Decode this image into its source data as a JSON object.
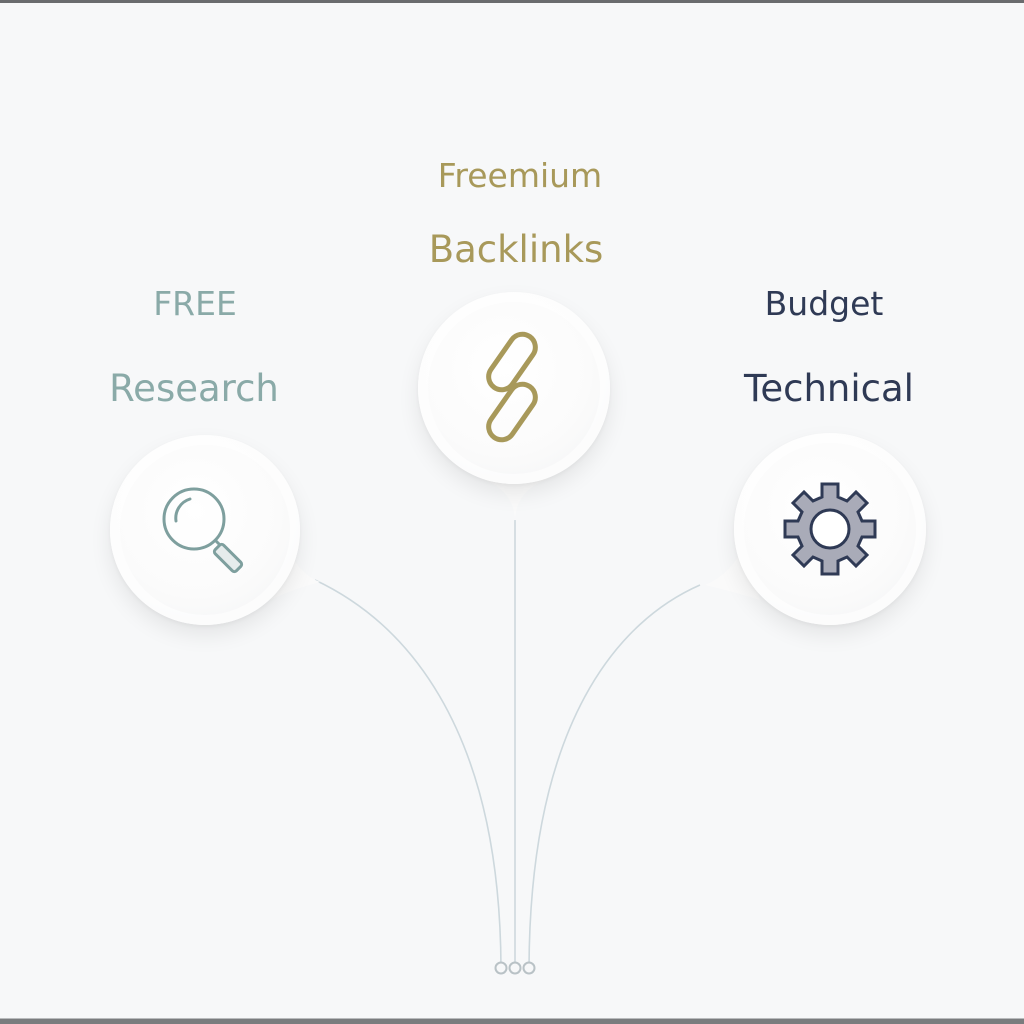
{
  "colors": {
    "background": "#f7f8f9",
    "free": "#8aaaa8",
    "freemium": "#a8995a",
    "budget": "#2f3a55",
    "connector": "#cdd8dd",
    "gear_fill": "#a9abb8"
  },
  "nodes": [
    {
      "tier": "FREE",
      "topic": "Research",
      "icon": "magnifying-glass-icon"
    },
    {
      "tier": "Freemium",
      "topic": "Backlinks",
      "icon": "chain-link-icon"
    },
    {
      "tier": "Budget",
      "topic": "Technical",
      "icon": "gear-icon"
    }
  ],
  "terminals": 3
}
